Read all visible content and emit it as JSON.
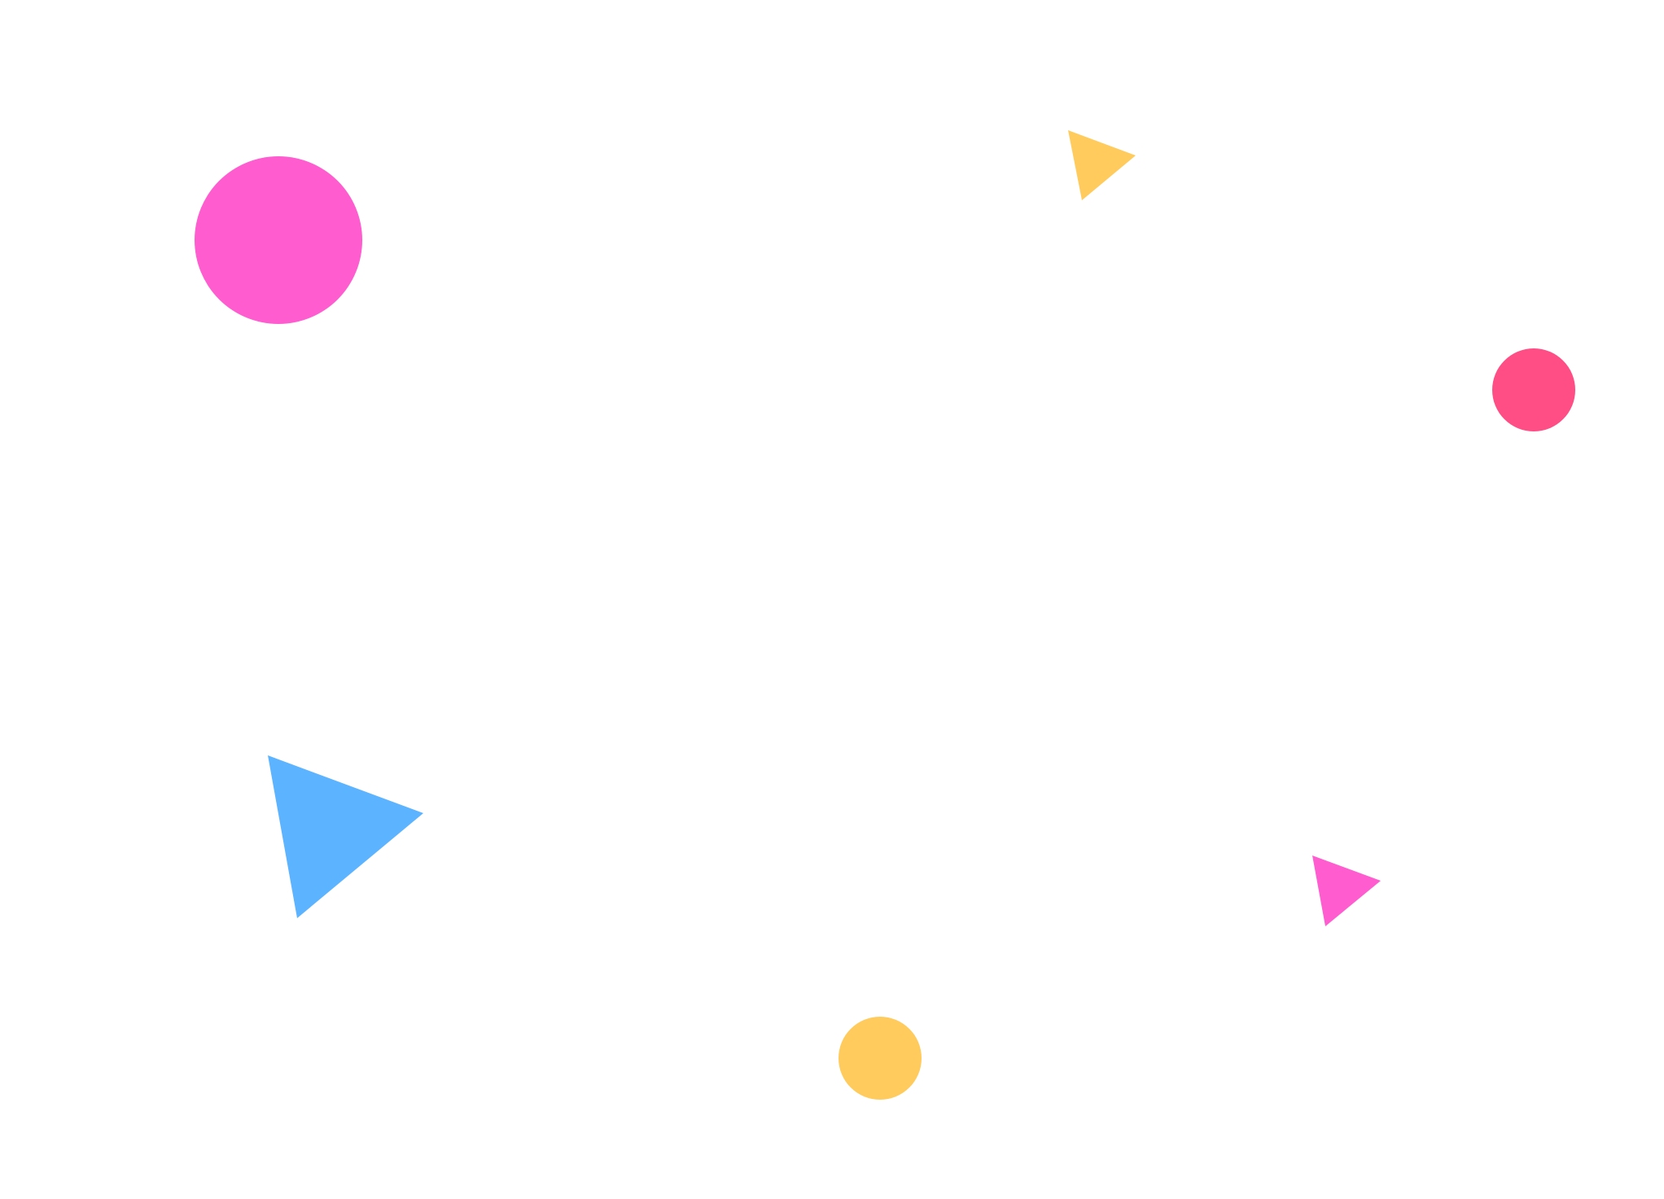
{
  "background_color": "#ffffff",
  "shapes": [
    {
      "id": "large-pink-circle",
      "kind": "circle",
      "color": "#ff5ccf"
    },
    {
      "id": "small-yellow-triangle",
      "kind": "triangle",
      "color": "#ffcb5c"
    },
    {
      "id": "red-circle",
      "kind": "circle",
      "color": "#ff4d85"
    },
    {
      "id": "blue-triangle",
      "kind": "triangle",
      "color": "#5cb3ff"
    },
    {
      "id": "small-pink-triangle",
      "kind": "triangle",
      "color": "#ff5ccf"
    },
    {
      "id": "yellow-circle",
      "kind": "circle",
      "color": "#ffcb5c"
    }
  ]
}
